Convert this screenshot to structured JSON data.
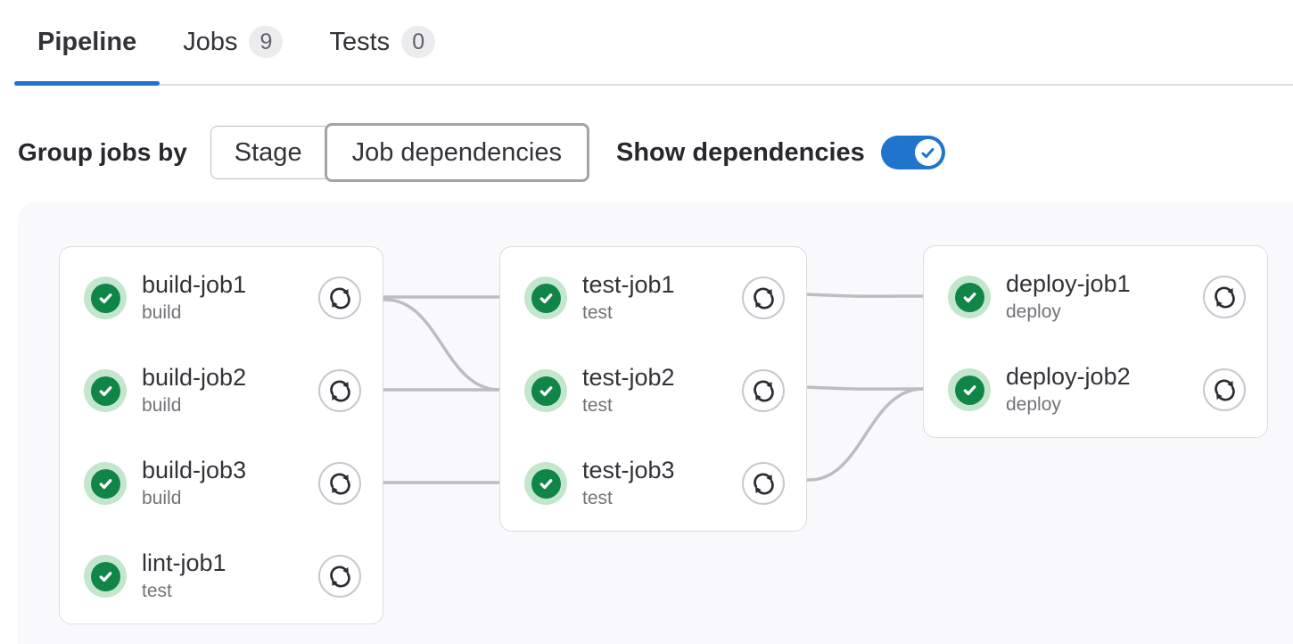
{
  "tabs": [
    {
      "label": "Pipeline",
      "active": true
    },
    {
      "label": "Jobs",
      "badge": "9",
      "active": false
    },
    {
      "label": "Tests",
      "badge": "0",
      "active": false
    }
  ],
  "controls": {
    "group_label": "Group jobs by",
    "group_options": [
      {
        "label": "Stage",
        "selected": false
      },
      {
        "label": "Job dependencies",
        "selected": true
      }
    ],
    "show_dependencies_label": "Show dependencies",
    "show_dependencies_enabled": true
  },
  "pipeline": {
    "columns": [
      {
        "jobs": [
          {
            "name": "build-job1",
            "stage": "build",
            "status": "success"
          },
          {
            "name": "build-job2",
            "stage": "build",
            "status": "success"
          },
          {
            "name": "build-job3",
            "stage": "build",
            "status": "success"
          },
          {
            "name": "lint-job1",
            "stage": "test",
            "status": "success"
          }
        ]
      },
      {
        "jobs": [
          {
            "name": "test-job1",
            "stage": "test",
            "status": "success"
          },
          {
            "name": "test-job2",
            "stage": "test",
            "status": "success"
          },
          {
            "name": "test-job3",
            "stage": "test",
            "status": "success"
          }
        ]
      },
      {
        "jobs": [
          {
            "name": "deploy-job1",
            "stage": "deploy",
            "status": "success"
          },
          {
            "name": "deploy-job2",
            "stage": "deploy",
            "status": "success"
          }
        ]
      }
    ],
    "dependencies": [
      {
        "from": "build-job1",
        "to": "test-job1"
      },
      {
        "from": "build-job1",
        "to": "test-job2"
      },
      {
        "from": "build-job2",
        "to": "test-job2"
      },
      {
        "from": "build-job3",
        "to": "test-job3"
      },
      {
        "from": "test-job1",
        "to": "deploy-job1"
      },
      {
        "from": "test-job2",
        "to": "deploy-job2"
      },
      {
        "from": "test-job3",
        "to": "deploy-job2"
      }
    ]
  },
  "icons": {
    "job_status": "status-success-check-circle-icon",
    "job_action": "retry-icon",
    "toggle_state": "check-icon"
  },
  "colors": {
    "accent_blue": "#1f75cb",
    "status_green": "#108548",
    "status_green_halo": "#c3e6cd",
    "connector_gray": "#bdbcc2",
    "badge_bg": "#ececef",
    "badge_text": "#626168",
    "graph_bg": "#f9f9fb",
    "card_border": "#dcdcde",
    "text_primary": "#333238",
    "text_secondary": "#737278"
  }
}
